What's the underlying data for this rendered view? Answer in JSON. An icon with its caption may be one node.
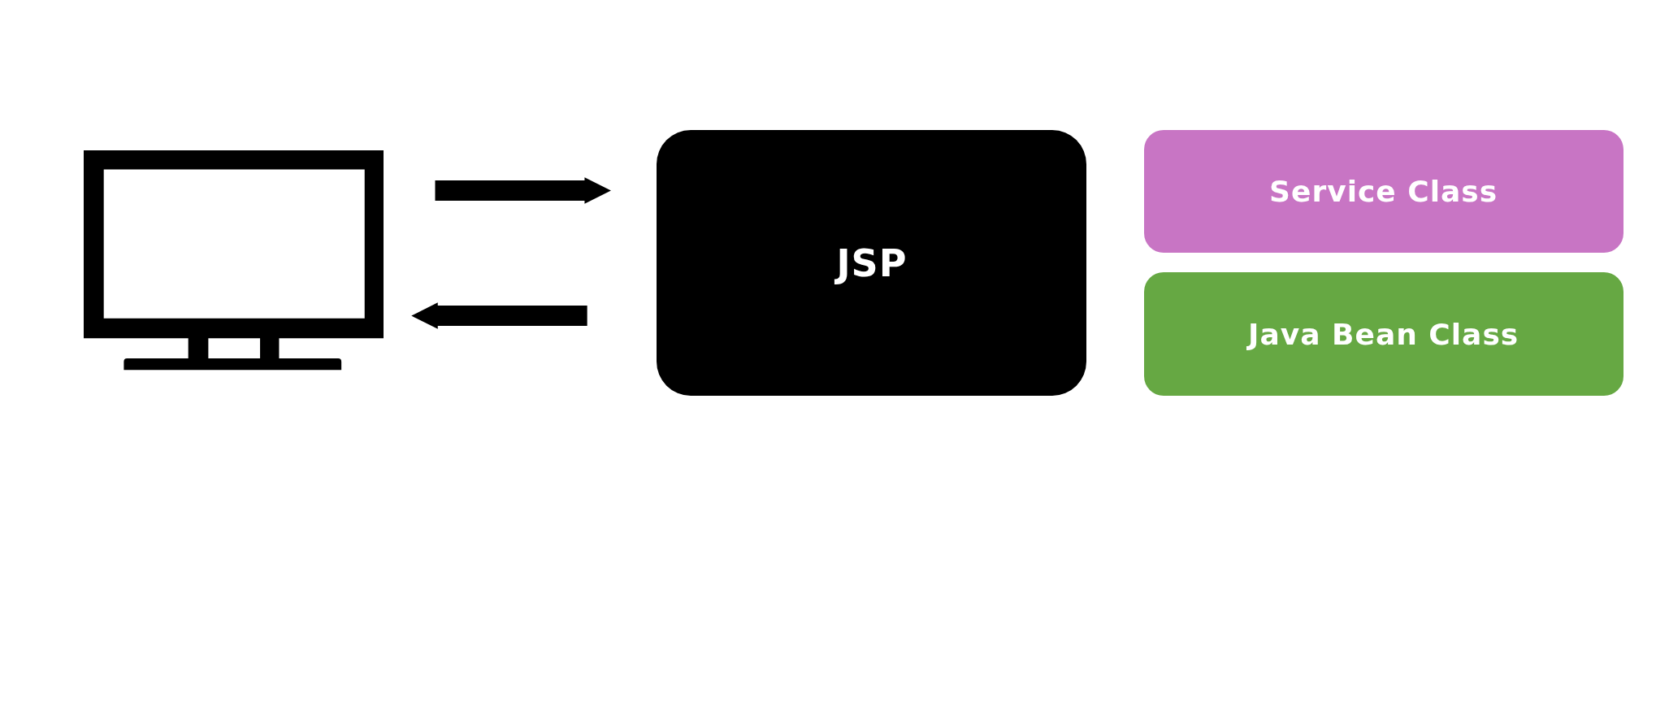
{
  "diagram": {
    "nodes": [
      {
        "text": [],
        "shape": "monitor"
      },
      {
        "text": [
          "JSP"
        ]
      },
      {
        "text": [
          "Service Class"
        ]
      },
      {
        "text": [
          "Java Bean Class"
        ]
      }
    ],
    "edges": [
      {
        "from": 0,
        "to": 1,
        "arrow": "to"
      },
      {
        "from": 1,
        "to": 0,
        "arrow": "to"
      }
    ]
  }
}
